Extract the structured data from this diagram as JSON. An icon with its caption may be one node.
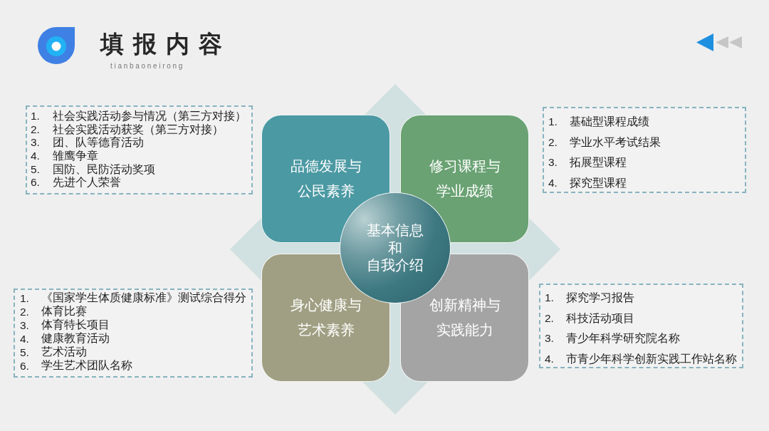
{
  "diagram": {
    "title": "填报内容",
    "nodes": [
      {
        "text": [
          "1. 社会实践活动参与情况（第三方对接）",
          "2. 社会实践活动获奖（第三方对接）",
          "3. 团、队等德育活动",
          "4. 雏鹰争章",
          "5. 国防、民防活动奖项",
          "6. 先进个人荣誉"
        ]
      },
      {
        "text": [
          "品德发展与公民素养"
        ]
      },
      {
        "text": [
          "修习课程与学业成绩"
        ]
      },
      {
        "text": [
          "1. 基础型课程成绩",
          "2. 学业水平考试结果",
          "3. 拓展型课程",
          "4. 探究型课程"
        ]
      },
      {
        "text": [
          "基本信息",
          "和",
          "自我介绍"
        ]
      },
      {
        "text": [
          "1. 《国家学生体质健康标准》测试综合得分",
          "2. 体育比赛",
          "3. 体育特长项目",
          "4. 健康教育活动",
          "5. 艺术活动",
          "6. 学生艺术团队名称"
        ]
      },
      {
        "text": [
          "身心健康与艺术素养"
        ]
      },
      {
        "text": [
          "创新精神与实践能力"
        ]
      },
      {
        "text": [
          "1. 探究学习报告",
          "2. 科技活动项目",
          "3. 青少年科学研究院名称",
          "4. 市青少年科学创新实践工作站名称"
        ]
      }
    ],
    "labels": [
      "tianbaoneirong"
    ]
  }
}
